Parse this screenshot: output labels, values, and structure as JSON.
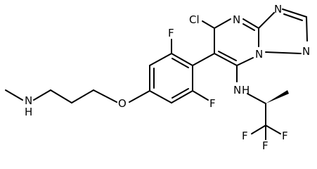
{
  "structure": {
    "atoms": {
      "cl": "Cl",
      "n_pyrimidine": "N",
      "n_triazole_top": "N",
      "n_triazole_right": "N",
      "n_bridge": "N",
      "f_top": "F",
      "f_mid": "F",
      "o_ether": "O",
      "n_amine_left": "N",
      "h_amine_left": "H",
      "n_amine_right": "N",
      "h_amine_right": "H",
      "f_cf3_a": "F",
      "f_cf3_b": "F",
      "f_cf3_c": "F"
    },
    "colors": {
      "ink": "#000000",
      "background": "#ffffff"
    }
  }
}
